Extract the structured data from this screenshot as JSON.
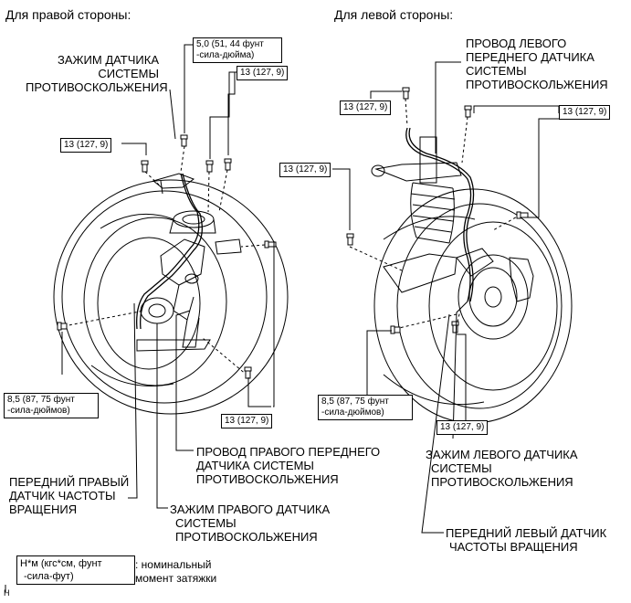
{
  "headings": {
    "right": "Для правой стороны:",
    "left": "Для левой стороны:"
  },
  "right_side": {
    "torque_top": [
      "5,0 (51, 44 фунт",
      "-сила-дюйма)"
    ],
    "torque_upper": "13 (127, 9)",
    "torque_left": "13 (127, 9)",
    "torque_lower": [
      "8,5 (87, 75 фунт",
      "-сила-дюймов)"
    ],
    "torque_bottom": "13 (127, 9)",
    "clamp_upper": [
      "ЗАЖИМ ДАТЧИКА",
      "СИСТЕМЫ",
      "ПРОТИВОСКОЛЬЖЕНИЯ"
    ],
    "wire": [
      "ПРОВОД ПРАВОГО ПЕРЕДНЕГО",
      "ДАТЧИКА СИСТЕМЫ",
      "ПРОТИВОСКОЛЬЖЕНИЯ"
    ],
    "speed_sensor": [
      "ПЕРЕДНИЙ ПРАВЫЙ",
      "ДАТЧИК ЧАСТОТЫ",
      "ВРАЩЕНИЯ"
    ],
    "clamp_lower": [
      "ЗАЖИМ ПРАВОГО ДАТЧИКА",
      "СИСТЕМЫ",
      "ПРОТИВОСКОЛЬЖЕНИЯ"
    ]
  },
  "left_side": {
    "wire": [
      "ПРОВОД ЛЕВОГО",
      "ПЕРЕДНЕГО ДАТЧИКА",
      "СИСТЕМЫ",
      "ПРОТИВОСКОЛЬЖЕНИЯ"
    ],
    "torque_a": "13 (127, 9)",
    "torque_b": "13 (127, 9)",
    "torque_c": "13 (127, 9)",
    "torque_lower": [
      "8,5 (87, 75 фунт",
      "-сила-дюймов)"
    ],
    "torque_bottom": "13 (127, 9)",
    "clamp": [
      "ЗАЖИМ ЛЕВОГО ДАТЧИКА",
      "СИСТЕМЫ",
      "ПРОТИВОСКОЛЬЖЕНИЯ"
    ],
    "speed_sensor": [
      "ПЕРЕДНИЙ ЛЕВЫЙ ДАТЧИК",
      "ЧАСТОТЫ ВРАЩЕНИЯ"
    ]
  },
  "legend": {
    "box": [
      "Н*м (кгс*см, фунт",
      "-сила-фут)"
    ],
    "text": [
      ": номинальный",
      "момент затяжки"
    ]
  },
  "corner_mark": "H"
}
